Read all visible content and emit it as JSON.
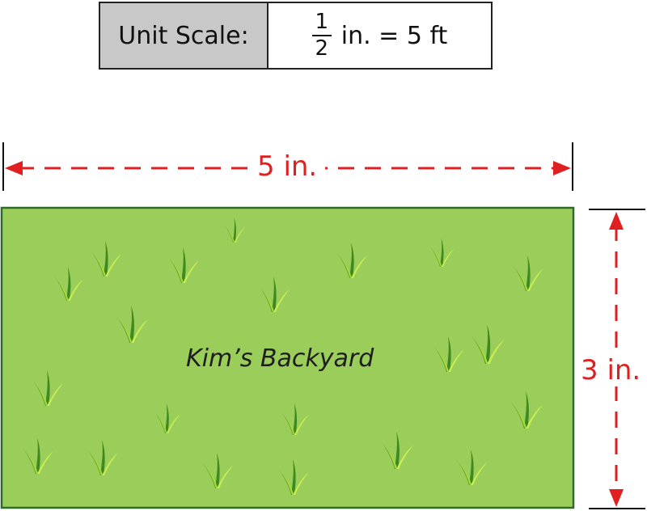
{
  "scale": {
    "label": "Unit Scale:",
    "numerator": "1",
    "denominator": "2",
    "rest": "in. = 5 ft"
  },
  "yard": {
    "title": "Kim’s Backyard",
    "fill_color": "#9acd5a",
    "border_color": "#2f6b2a"
  },
  "dimensions": {
    "width_label": "5 in.",
    "height_label": "3 in.",
    "arrow_color": "#e02020"
  },
  "icons": {
    "grass": "grass-tuft-icon"
  }
}
